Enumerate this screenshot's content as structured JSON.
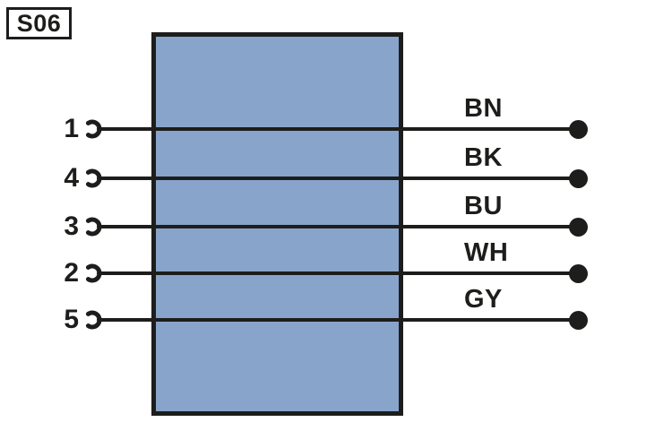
{
  "diagram": {
    "connector_id": "S06",
    "body_color": "#88A4CB",
    "line_color": "#1D1D1B",
    "pins": [
      {
        "number": "1",
        "color_code": "BN"
      },
      {
        "number": "4",
        "color_code": "BK"
      },
      {
        "number": "3",
        "color_code": "BU"
      },
      {
        "number": "2",
        "color_code": "WH"
      },
      {
        "number": "5",
        "color_code": "GY"
      }
    ]
  }
}
